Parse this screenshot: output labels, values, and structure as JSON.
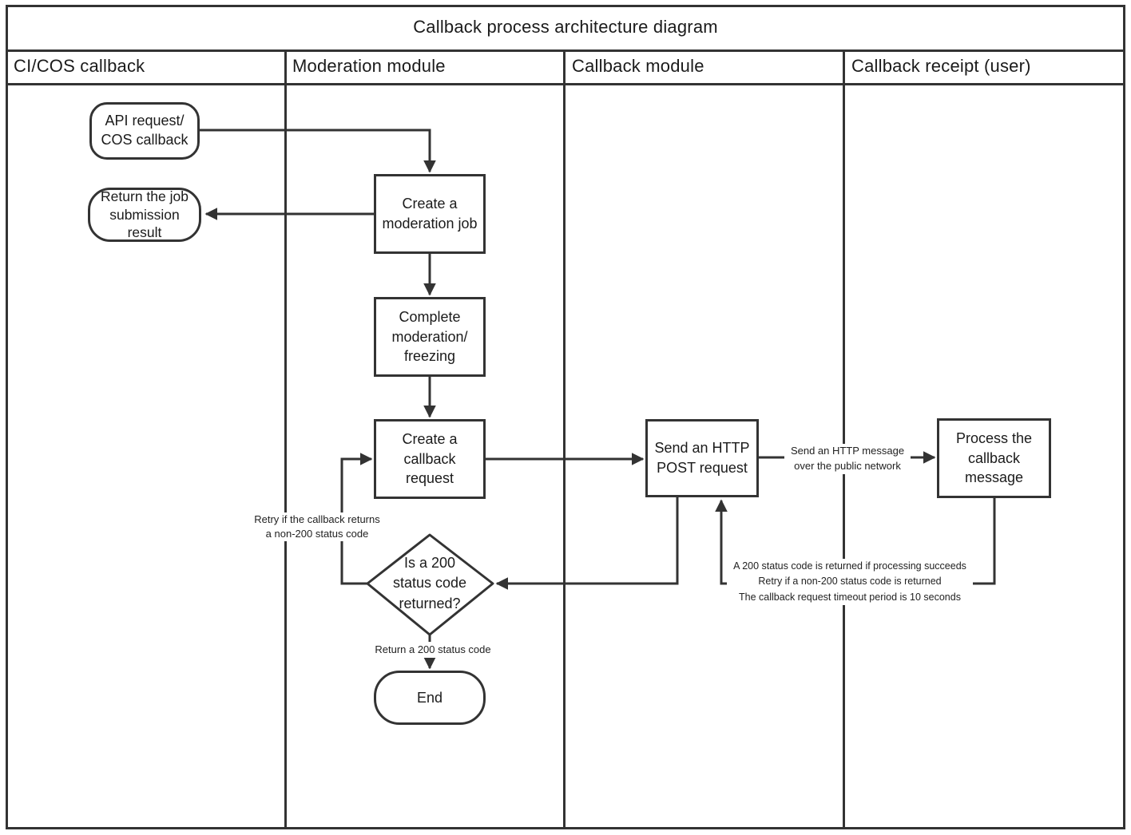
{
  "title": "Callback process architecture diagram",
  "lanes": [
    {
      "label": "CI/COS callback"
    },
    {
      "label": "Moderation module"
    },
    {
      "label": "Callback module"
    },
    {
      "label": "Callback receipt (user)"
    }
  ],
  "nodes": {
    "api_request": {
      "shape": "terminator",
      "label": "API request/\nCOS callback"
    },
    "return_result": {
      "shape": "terminator",
      "label": "Return the job\nsubmission\nresult"
    },
    "create_moderation_job": {
      "shape": "process",
      "label": "Create a\nmoderation job"
    },
    "complete_moderation": {
      "shape": "process",
      "label": "Complete\nmoderation/\nfreezing"
    },
    "create_callback_request": {
      "shape": "process",
      "label": "Create a\ncallback\nrequest"
    },
    "send_http_post": {
      "shape": "process",
      "label": "Send an HTTP\nPOST request"
    },
    "process_callback": {
      "shape": "process",
      "label": "Process the\ncallback\nmessage"
    },
    "decision_200": {
      "shape": "decision",
      "label": "Is a 200\nstatus code\nreturned?"
    },
    "end": {
      "shape": "terminator",
      "label": "End"
    }
  },
  "edge_labels": {
    "retry_loop": "Retry if the callback returns\na non-200 status code",
    "http_message": "Send an HTTP message\nover the public network",
    "callback_receipt_notes": "A 200 status code is returned if processing succeeds\nRetry if a non-200 status code is returned\nThe callback request timeout period is 10 seconds",
    "return_200": "Return a 200 status code"
  },
  "colors": {
    "stroke": "#333333",
    "text": "#1b1b1b",
    "background": "#ffffff"
  }
}
